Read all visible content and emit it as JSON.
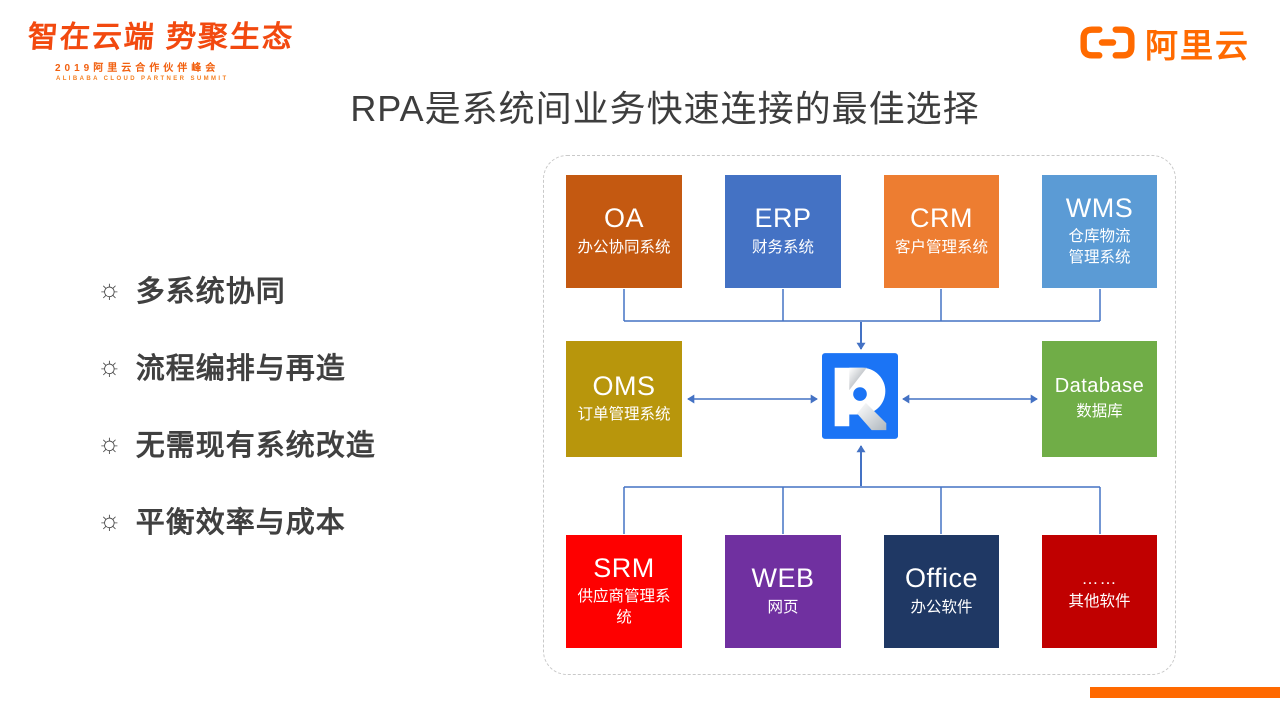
{
  "header": {
    "summit_logo": {
      "title": "智在云端 势聚生态",
      "subtitle": "2019阿里云合作伙伴峰会",
      "subtitle_en": "ALIBABA CLOUD PARTNER SUMMIT",
      "color": "#F2490F"
    },
    "brand": {
      "name": "阿里云",
      "color": "#FF6A00",
      "icon": "bracket-logo-icon"
    }
  },
  "slide_title": "RPA是系统间业务快速连接的最佳选择",
  "bullets": {
    "icon": "☼",
    "items": [
      "多系统协同",
      "流程编排与再造",
      "无需现有系统改造",
      "平衡效率与成本"
    ]
  },
  "diagram": {
    "connector_color": "#4472C4",
    "center": {
      "icon": "rpa-logo",
      "color": "#1B74F5"
    },
    "boxes": [
      {
        "id": "oa",
        "title": "OA",
        "sub": "办公协同系统",
        "color": "#C45911"
      },
      {
        "id": "erp",
        "title": "ERP",
        "sub": "财务系统",
        "color": "#4472C4"
      },
      {
        "id": "crm",
        "title": "CRM",
        "sub": "客户管理系统",
        "color": "#ED7D31"
      },
      {
        "id": "wms",
        "title": "WMS",
        "sub": "仓库物流\n管理系统",
        "color": "#5B9BD5"
      },
      {
        "id": "oms",
        "title": "OMS",
        "sub": "订单管理系统",
        "color": "#B8960C"
      },
      {
        "id": "database",
        "title": "Database",
        "sub": "数据库",
        "color": "#70AD47"
      },
      {
        "id": "srm",
        "title": "SRM",
        "sub": "供应商管理系\n统",
        "color": "#FE0000"
      },
      {
        "id": "web",
        "title": "WEB",
        "sub": "网页",
        "color": "#7030A0"
      },
      {
        "id": "office",
        "title": "Office",
        "sub": "办公软件",
        "color": "#1F3864"
      },
      {
        "id": "other",
        "title": "……",
        "sub": "其他软件",
        "color": "#C00000"
      }
    ]
  },
  "footer": {
    "accent_bar_color": "#FF6900"
  }
}
